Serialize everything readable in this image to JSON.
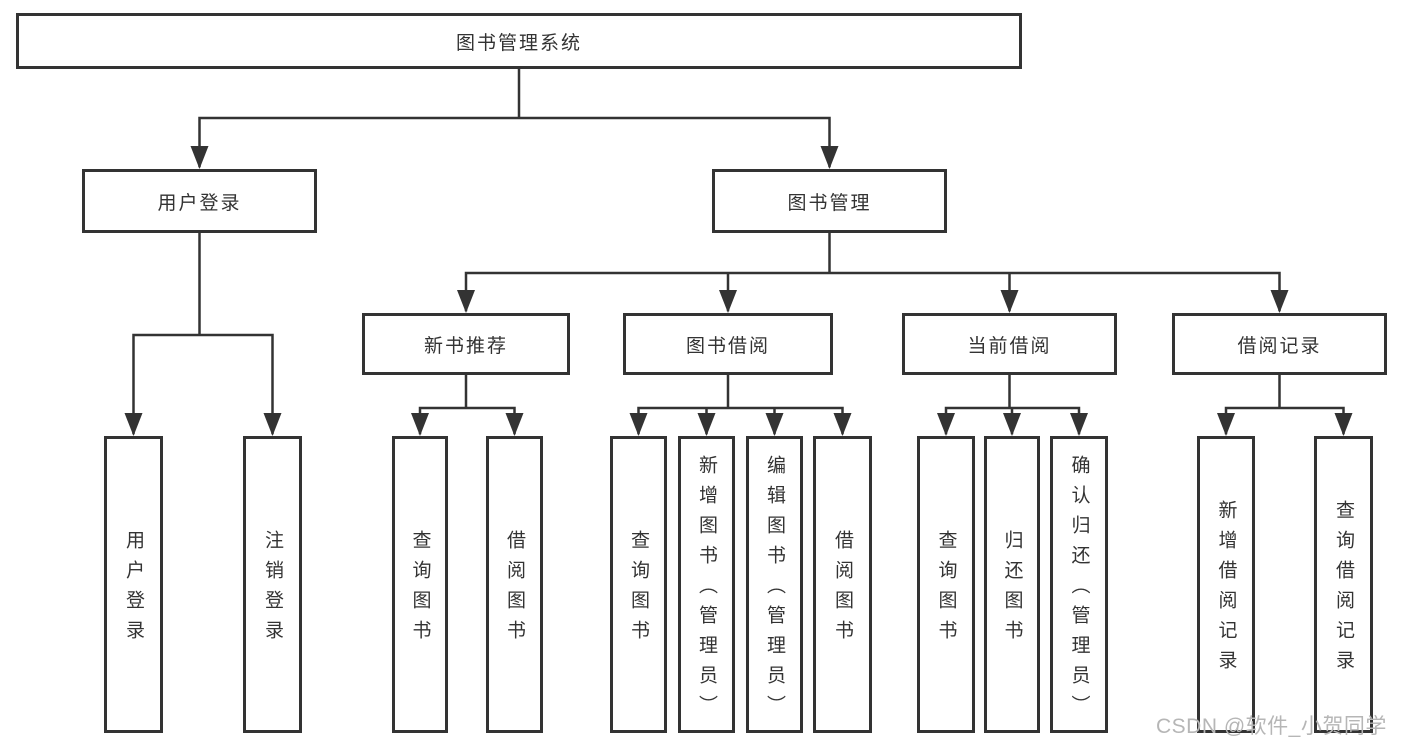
{
  "colors": {
    "line": "#333333",
    "box_border": "#333333",
    "text": "#333333",
    "background": "#ffffff",
    "watermark": "#b6b6b6"
  },
  "diagram": {
    "root": {
      "label": "图书管理系统"
    },
    "level2": [
      {
        "label": "用户登录",
        "parent": "图书管理系统"
      },
      {
        "label": "图书管理",
        "parent": "图书管理系统"
      }
    ],
    "level3": [
      {
        "label": "新书推荐",
        "parent": "图书管理"
      },
      {
        "label": "图书借阅",
        "parent": "图书管理"
      },
      {
        "label": "当前借阅",
        "parent": "图书管理"
      },
      {
        "label": "借阅记录",
        "parent": "图书管理"
      }
    ],
    "level4": [
      {
        "label": "用户登录",
        "parent": "用户登录"
      },
      {
        "label": "注销登录",
        "parent": "用户登录"
      },
      {
        "label": "查询图书",
        "parent": "新书推荐"
      },
      {
        "label": "借阅图书",
        "parent": "新书推荐"
      },
      {
        "label": "查询图书",
        "parent": "图书借阅"
      },
      {
        "label": "新增图书（管理员）",
        "parent": "图书借阅"
      },
      {
        "label": "编辑图书（管理员）",
        "parent": "图书借阅"
      },
      {
        "label": "借阅图书",
        "parent": "图书借阅"
      },
      {
        "label": "查询图书",
        "parent": "当前借阅"
      },
      {
        "label": "归还图书",
        "parent": "当前借阅"
      },
      {
        "label": "确认归还（管理员）",
        "parent": "当前借阅"
      },
      {
        "label": "新增借阅记录",
        "parent": "借阅记录"
      },
      {
        "label": "查询借阅记录",
        "parent": "借阅记录"
      }
    ]
  },
  "watermark": {
    "text": "CSDN @软件_小贺同学"
  }
}
